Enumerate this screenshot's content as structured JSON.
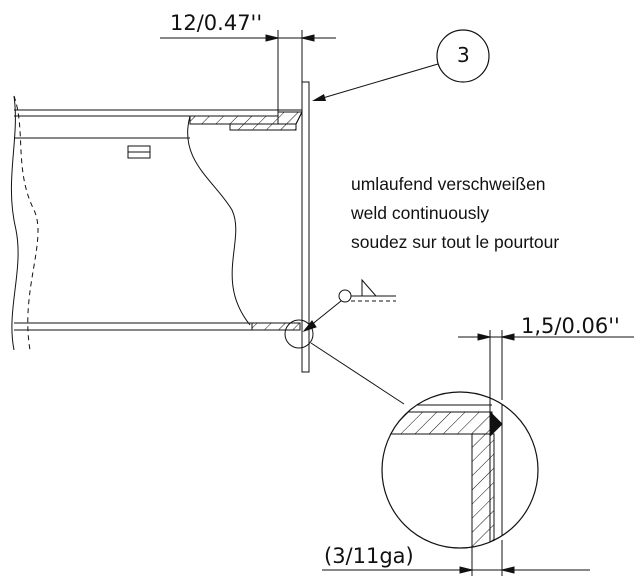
{
  "dimensions": {
    "flange_width": "12/0.47''",
    "weld_thickness": "1,5/0.06''",
    "plate_thickness": "(3/11ga)"
  },
  "callout": {
    "label": "3"
  },
  "weld_note": {
    "de": "umlaufend verschweißen",
    "en": "weld continuously",
    "fr": "soudez sur tout le pourtour"
  }
}
